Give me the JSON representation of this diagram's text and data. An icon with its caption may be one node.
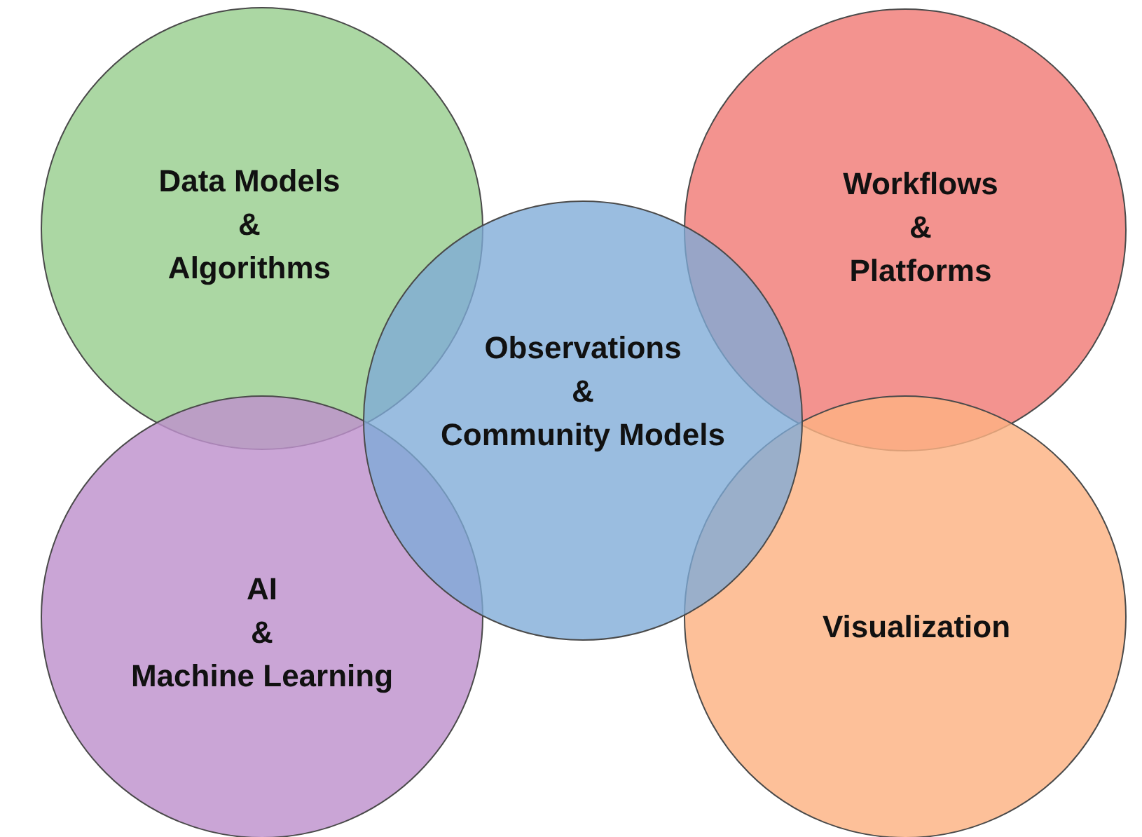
{
  "diagram": {
    "nodes": [
      {
        "text": [
          "Data Models & Algorithms"
        ]
      },
      {
        "text": [
          "Workflows & Platforms"
        ]
      },
      {
        "text": [
          "Observations & Community Models"
        ]
      },
      {
        "text": [
          "AI & Machine Learning"
        ]
      },
      {
        "text": [
          "Visualization"
        ]
      }
    ]
  }
}
